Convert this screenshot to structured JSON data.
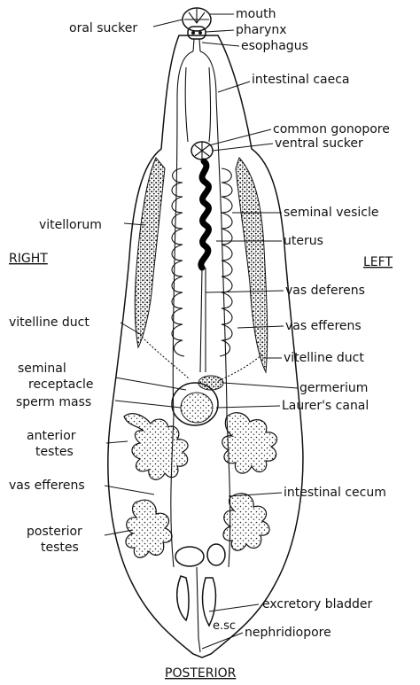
{
  "colors": {
    "ink": "#111111",
    "paper": "#ffffff",
    "uterus": "#000000",
    "stipple": "#222222"
  },
  "labels": {
    "oral_sucker": "oral sucker",
    "mouth": "mouth",
    "pharynx": "pharynx",
    "esophagus": "esophagus",
    "intestinal_caeca": "intestinal caeca",
    "common_gonopore": "common gonopore",
    "ventral_sucker": "ventral sucker",
    "seminal_vesicle": "seminal vesicle",
    "vitellorum": "vitellorum",
    "uterus": "uterus",
    "right": "RIGHT",
    "left": "LEFT",
    "vas_deferens": "vas deferens",
    "vitelline_duct_right": "vitelline duct",
    "vas_efferens_right": "vas efferens",
    "vitelline_duct_left": "vitelline duct",
    "seminal_receptacle_1": "seminal",
    "seminal_receptacle_2": "receptacle",
    "germerium": "germerium",
    "sperm_mass": "sperm mass",
    "laurers_canal": "Laurer's canal",
    "anterior_testes_1": "anterior",
    "anterior_testes_2": "testes",
    "vas_efferens_left": "vas efferens",
    "intestinal_cecum": "intestinal cecum",
    "posterior_testes_1": "posterior",
    "posterior_testes_2": "testes",
    "excretory_bladder": "excretory bladder",
    "nephridiopore": "nephridiopore",
    "posterior": "POSTERIOR",
    "signature": "e.sc"
  }
}
